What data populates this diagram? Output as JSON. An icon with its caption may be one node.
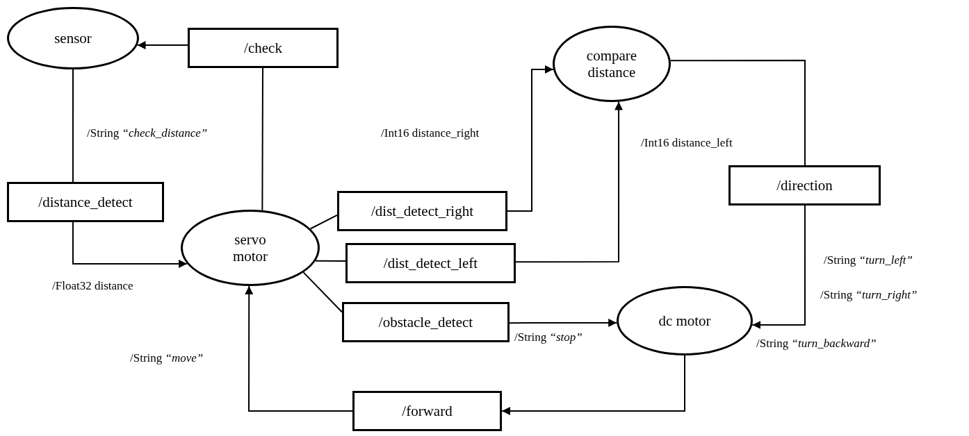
{
  "diagram": {
    "nodes": [
      {
        "text": [
          "sensor"
        ]
      },
      {
        "text": [
          "/check"
        ]
      },
      {
        "text": [
          "compare distance"
        ]
      },
      {
        "text": [
          "/distance_detect"
        ]
      },
      {
        "text": [
          "servo motor"
        ]
      },
      {
        "text": [
          "/dist_detect_right"
        ]
      },
      {
        "text": [
          "/direction"
        ]
      },
      {
        "text": [
          "/dist_detect_left"
        ]
      },
      {
        "text": [
          "/obstacle_detect"
        ]
      },
      {
        "text": [
          "dc motor"
        ]
      },
      {
        "text": [
          "/forward"
        ]
      }
    ],
    "edges": [
      {
        "from": 1,
        "to": 0,
        "arrow": "to"
      },
      {
        "from": 1,
        "to": 4,
        "arrow": "none"
      },
      {
        "from": 0,
        "to": 3,
        "arrow": "none",
        "label": "/String *“check_distance”*"
      },
      {
        "from": 3,
        "to": 4,
        "arrow": "to",
        "label": "/Float32 distance"
      },
      {
        "from": 4,
        "to": 5,
        "arrow": "none"
      },
      {
        "from": 5,
        "to": 2,
        "arrow": "to",
        "label": "/Int16 distance_right"
      },
      {
        "from": 4,
        "to": 7,
        "arrow": "none"
      },
      {
        "from": 7,
        "to": 2,
        "arrow": "to",
        "label": "/Int16 distance_left"
      },
      {
        "from": 4,
        "to": 8,
        "arrow": "none"
      },
      {
        "from": 8,
        "to": 9,
        "arrow": "to",
        "label": "/String *“stop”*"
      },
      {
        "from": 2,
        "to": 6,
        "arrow": "none"
      },
      {
        "from": 6,
        "to": 9,
        "arrow": "to"
      },
      {
        "from": 9,
        "to": 10,
        "arrow": "to"
      },
      {
        "from": 10,
        "to": 4,
        "arrow": "to",
        "label": "/String *“move”*"
      }
    ],
    "labels": [
      "/String *“turn_left”*",
      "/String *“turn_right”*",
      "/String *“turn_backward”*"
    ]
  }
}
